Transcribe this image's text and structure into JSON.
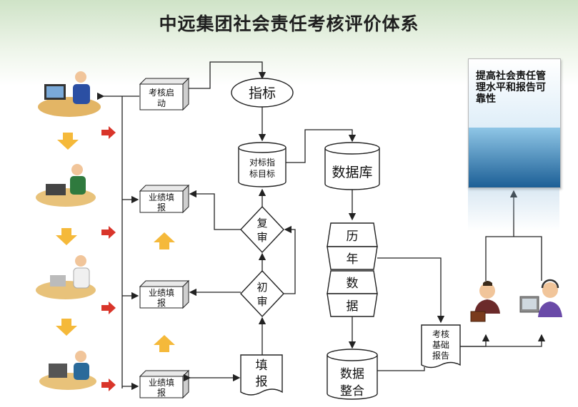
{
  "title": "中远集团社会责任考核评价体系",
  "boxes": {
    "kaohe_qidong": "考核启动",
    "yeji_tianbao": "业绩填报",
    "zhibiao": "指标",
    "duibiao": "对标指标目标",
    "shujuku": "数据库",
    "fushen": "复审",
    "chushen": "初审",
    "tianbao": "填报",
    "lishi": [
      "历",
      "年",
      "数",
      "据"
    ],
    "shuju_zhenghe": "数据整合",
    "kaohe_jichu_baogao": "考核基础报告"
  },
  "report_cover": {
    "title": "提高社会责任管理水平和报告可靠性"
  },
  "colors": {
    "box_fill": "#ffffff",
    "stroke": "#222222",
    "arrow_down": "#f5b93a",
    "arrow_right": "#d9352a",
    "title_band": "#cfe3c7"
  },
  "icons": [
    "office-worker-icon",
    "businessman-icon",
    "support-agent-icon",
    "down-arrow-icon",
    "right-arrow-icon",
    "up-arrow-icon",
    "report-cover-icon"
  ]
}
